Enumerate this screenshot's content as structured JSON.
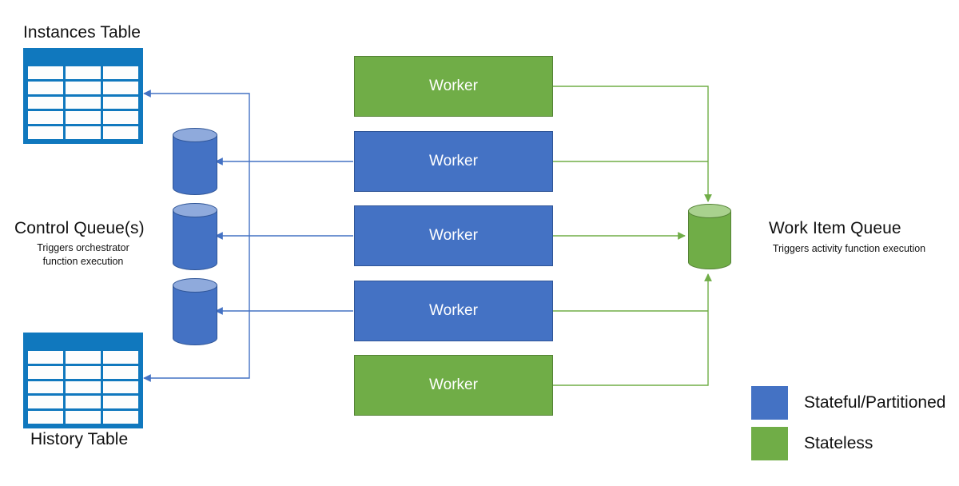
{
  "diagram": {
    "title_semantic": "durable-functions-storage-architecture",
    "colors": {
      "stateful_blue": "#4472C4",
      "stateful_blue_dark": "#2F5597",
      "stateful_blue_light": "#8FAADC",
      "stateless_green": "#70AD47",
      "stateless_green_dark": "#548235",
      "stateless_green_light": "#A9D18E",
      "table_blue": "#1078BE",
      "background": "#FFFFFF",
      "text": "#111111"
    }
  },
  "tables": [
    {
      "label": "Instances Table",
      "label_position": "above"
    },
    {
      "label": "History Table",
      "label_position": "below"
    }
  ],
  "control_queue": {
    "title": "Control Queue(s)",
    "subtitle_line1": "Triggers orchestrator",
    "subtitle_line2": "function execution",
    "count": 3
  },
  "work_item_queue": {
    "title": "Work Item Queue",
    "subtitle": "Triggers activity function execution"
  },
  "workers": [
    {
      "label": "Worker",
      "kind": "stateless"
    },
    {
      "label": "Worker",
      "kind": "stateful"
    },
    {
      "label": "Worker",
      "kind": "stateful"
    },
    {
      "label": "Worker",
      "kind": "stateful"
    },
    {
      "label": "Worker",
      "kind": "stateless"
    }
  ],
  "legend": [
    {
      "label": "Stateful/Partitioned",
      "swatch": "#4472C4"
    },
    {
      "label": "Stateless",
      "swatch": "#70AD47"
    }
  ]
}
